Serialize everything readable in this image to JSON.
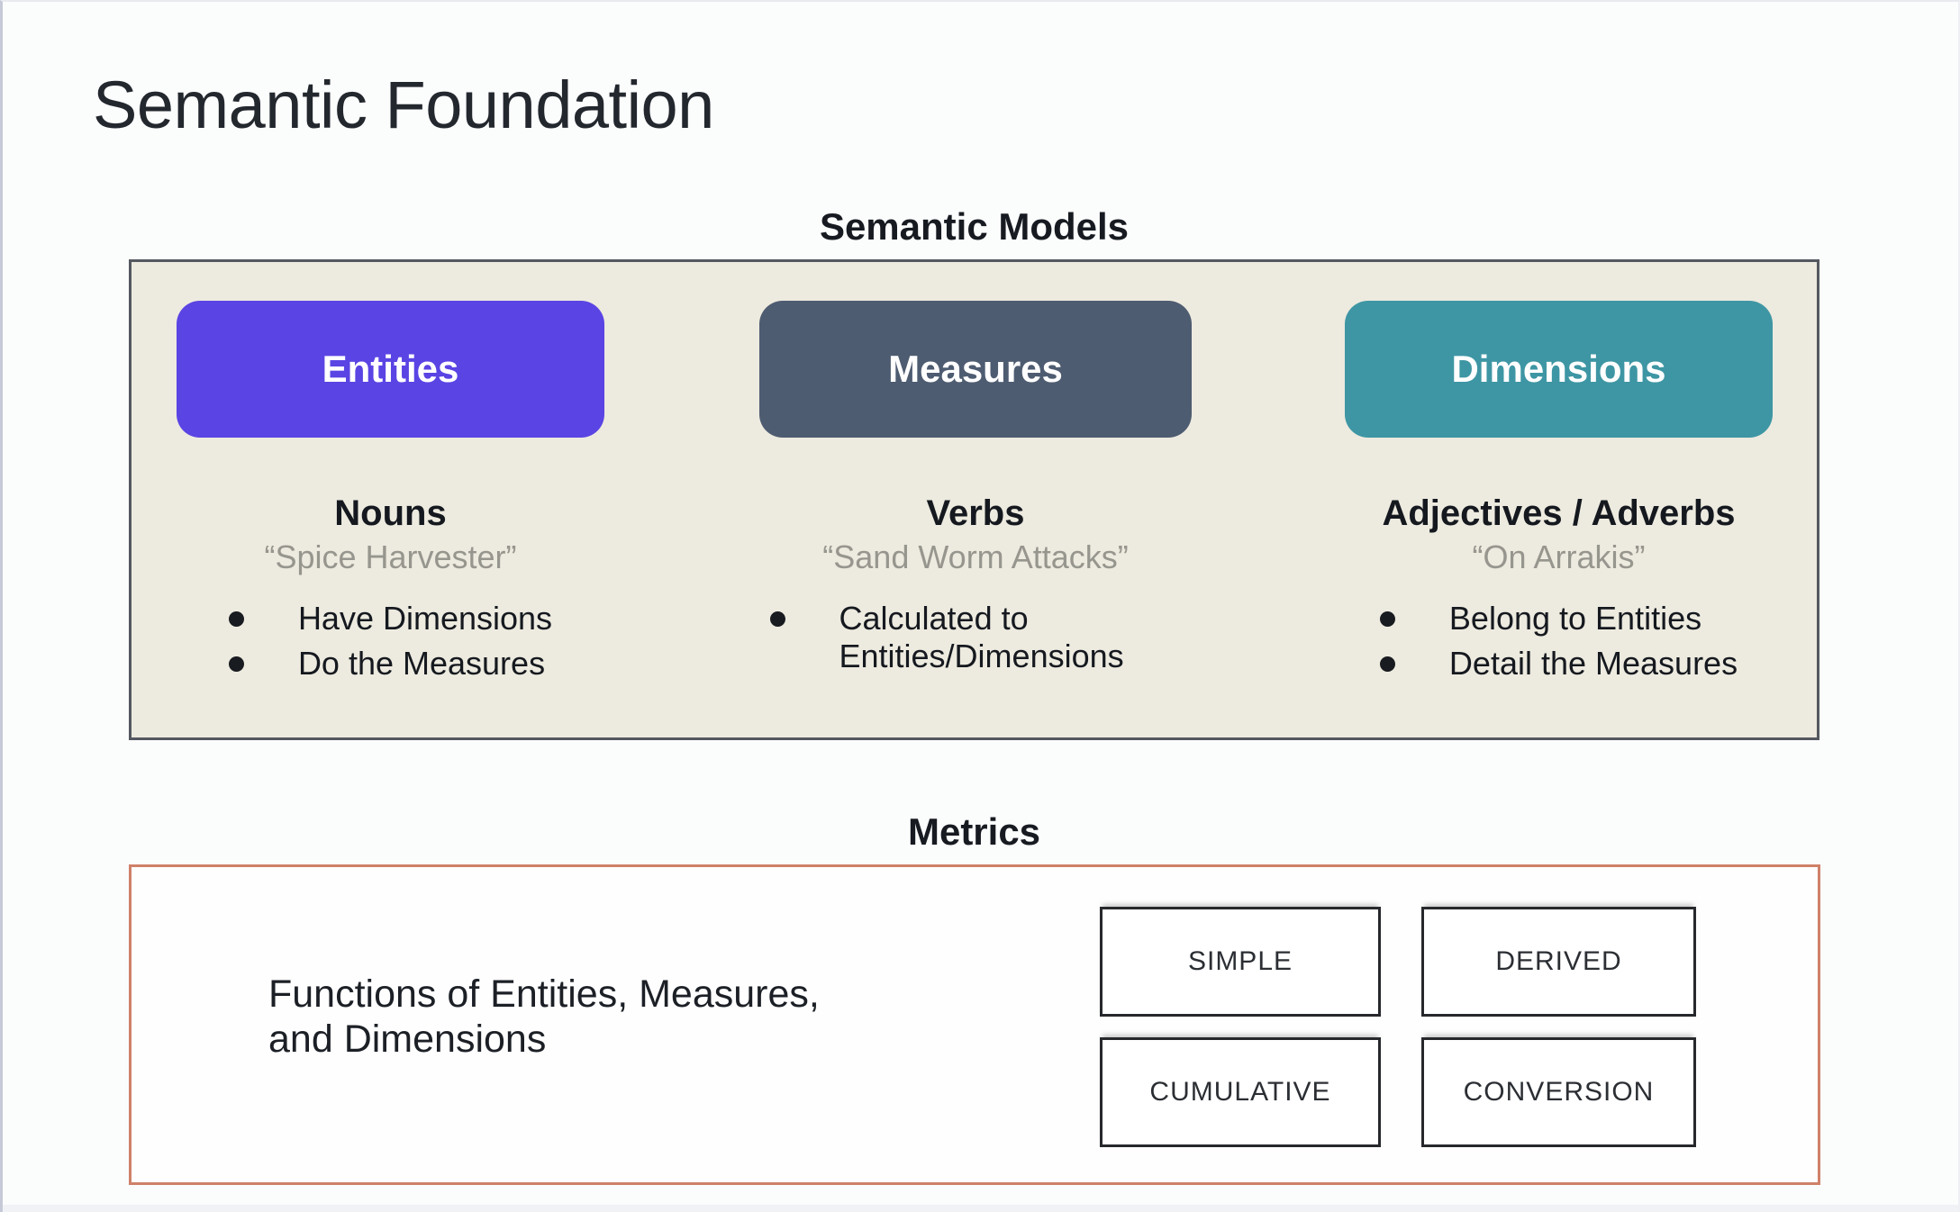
{
  "page": {
    "title": "Semantic Foundation"
  },
  "semantic_models": {
    "heading": "Semantic Models",
    "panel_background": "#edeadf",
    "panel_border_color": "#54585f",
    "columns": [
      {
        "button_label": "Entities",
        "button_color": "#5a44e4",
        "role": "Nouns",
        "example": "“Spice Harvester”",
        "bullets": [
          "Have Dimensions",
          "Do the Measures"
        ]
      },
      {
        "button_label": "Measures",
        "button_color": "#4e5c71",
        "role": "Verbs",
        "example": "“Sand Worm Attacks”",
        "bullets": [
          "Calculated to Entities/Dimensions"
        ]
      },
      {
        "button_label": "Dimensions",
        "button_color": "#3e96a4",
        "role": "Adjectives / Adverbs",
        "example": "“On Arrakis”",
        "bullets": [
          "Belong to Entities",
          "Detail the Measures"
        ]
      }
    ]
  },
  "metrics": {
    "heading": "Metrics",
    "description": "Functions of Entities, Measures, and Dimensions",
    "panel_border_color": "#cf8169",
    "types": [
      "SIMPLE",
      "DERIVED",
      "CUMULATIVE",
      "CONVERSION"
    ]
  }
}
